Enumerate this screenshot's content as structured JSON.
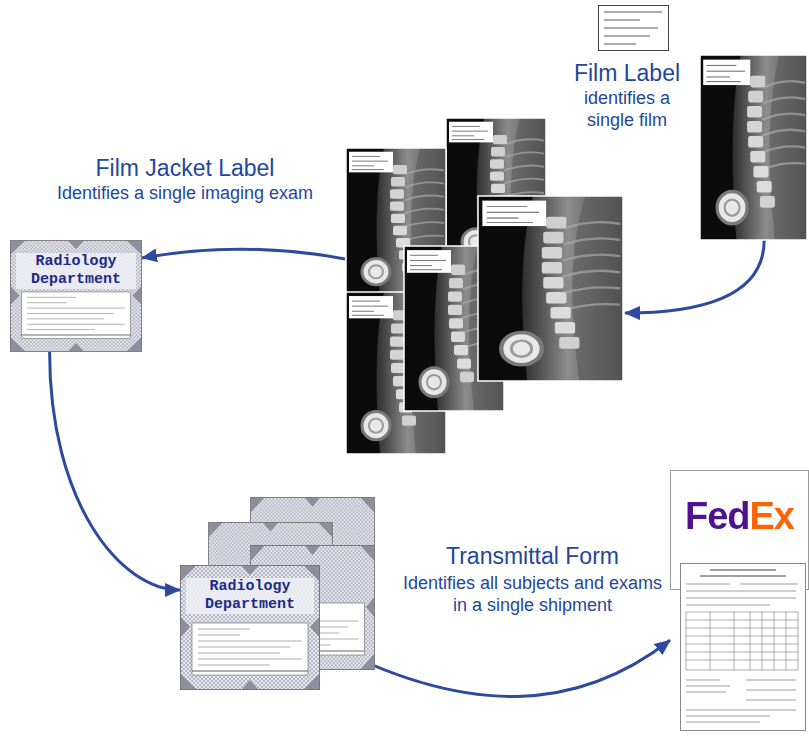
{
  "diagram": {
    "nodes": [
      {
        "text": [
          "Film Label",
          "identifies a single film"
        ]
      },
      {
        "text": [
          "Film Jacket Label",
          "Identifies a single imaging exam"
        ]
      },
      {
        "text": [
          "Radiology Department"
        ]
      },
      {
        "text": [
          "Radiology Department"
        ]
      },
      {
        "text": [
          "FedEx"
        ]
      }
    ],
    "edges": [
      {
        "from": 0,
        "to": 1,
        "arrow": "to"
      },
      {
        "from": 1,
        "to": 2,
        "arrow": "to"
      },
      {
        "from": 2,
        "to": 3,
        "arrow": "to"
      },
      {
        "from": 3,
        "to": 4,
        "arrow": "to"
      }
    ],
    "labels": [
      "Transmittal Form",
      "Identifies all subjects and exams in a single shipment"
    ]
  }
}
